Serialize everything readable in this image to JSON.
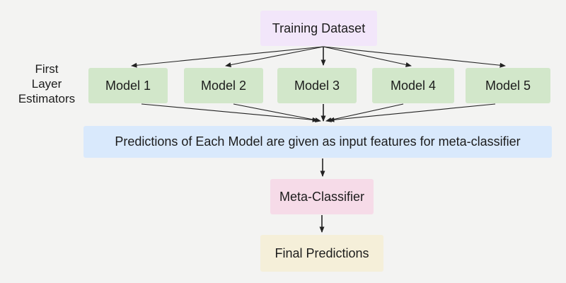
{
  "diagram": {
    "background_color": "#f3f3f2",
    "arrow_color": "#222222",
    "side_label": "First\nLayer\nEstimators",
    "nodes": {
      "training": {
        "label": "Training Dataset",
        "bg": "#f2e6fa"
      },
      "models": [
        {
          "label": "Model 1",
          "bg": "#d2e7ca"
        },
        {
          "label": "Model 2",
          "bg": "#d2e7ca"
        },
        {
          "label": "Model 3",
          "bg": "#d2e7ca"
        },
        {
          "label": "Model 4",
          "bg": "#d2e7ca"
        },
        {
          "label": "Model 5",
          "bg": "#d2e7ca"
        }
      ],
      "predictions_bar": {
        "label": "Predictions of Each Model are given as input features for meta-classifier",
        "bg": "#d9e9fc"
      },
      "meta_classifier": {
        "label": "Meta-Classifier",
        "bg": "#f6dbe8"
      },
      "final_predictions": {
        "label": "Final Predictions",
        "bg": "#f5efd9"
      }
    }
  }
}
